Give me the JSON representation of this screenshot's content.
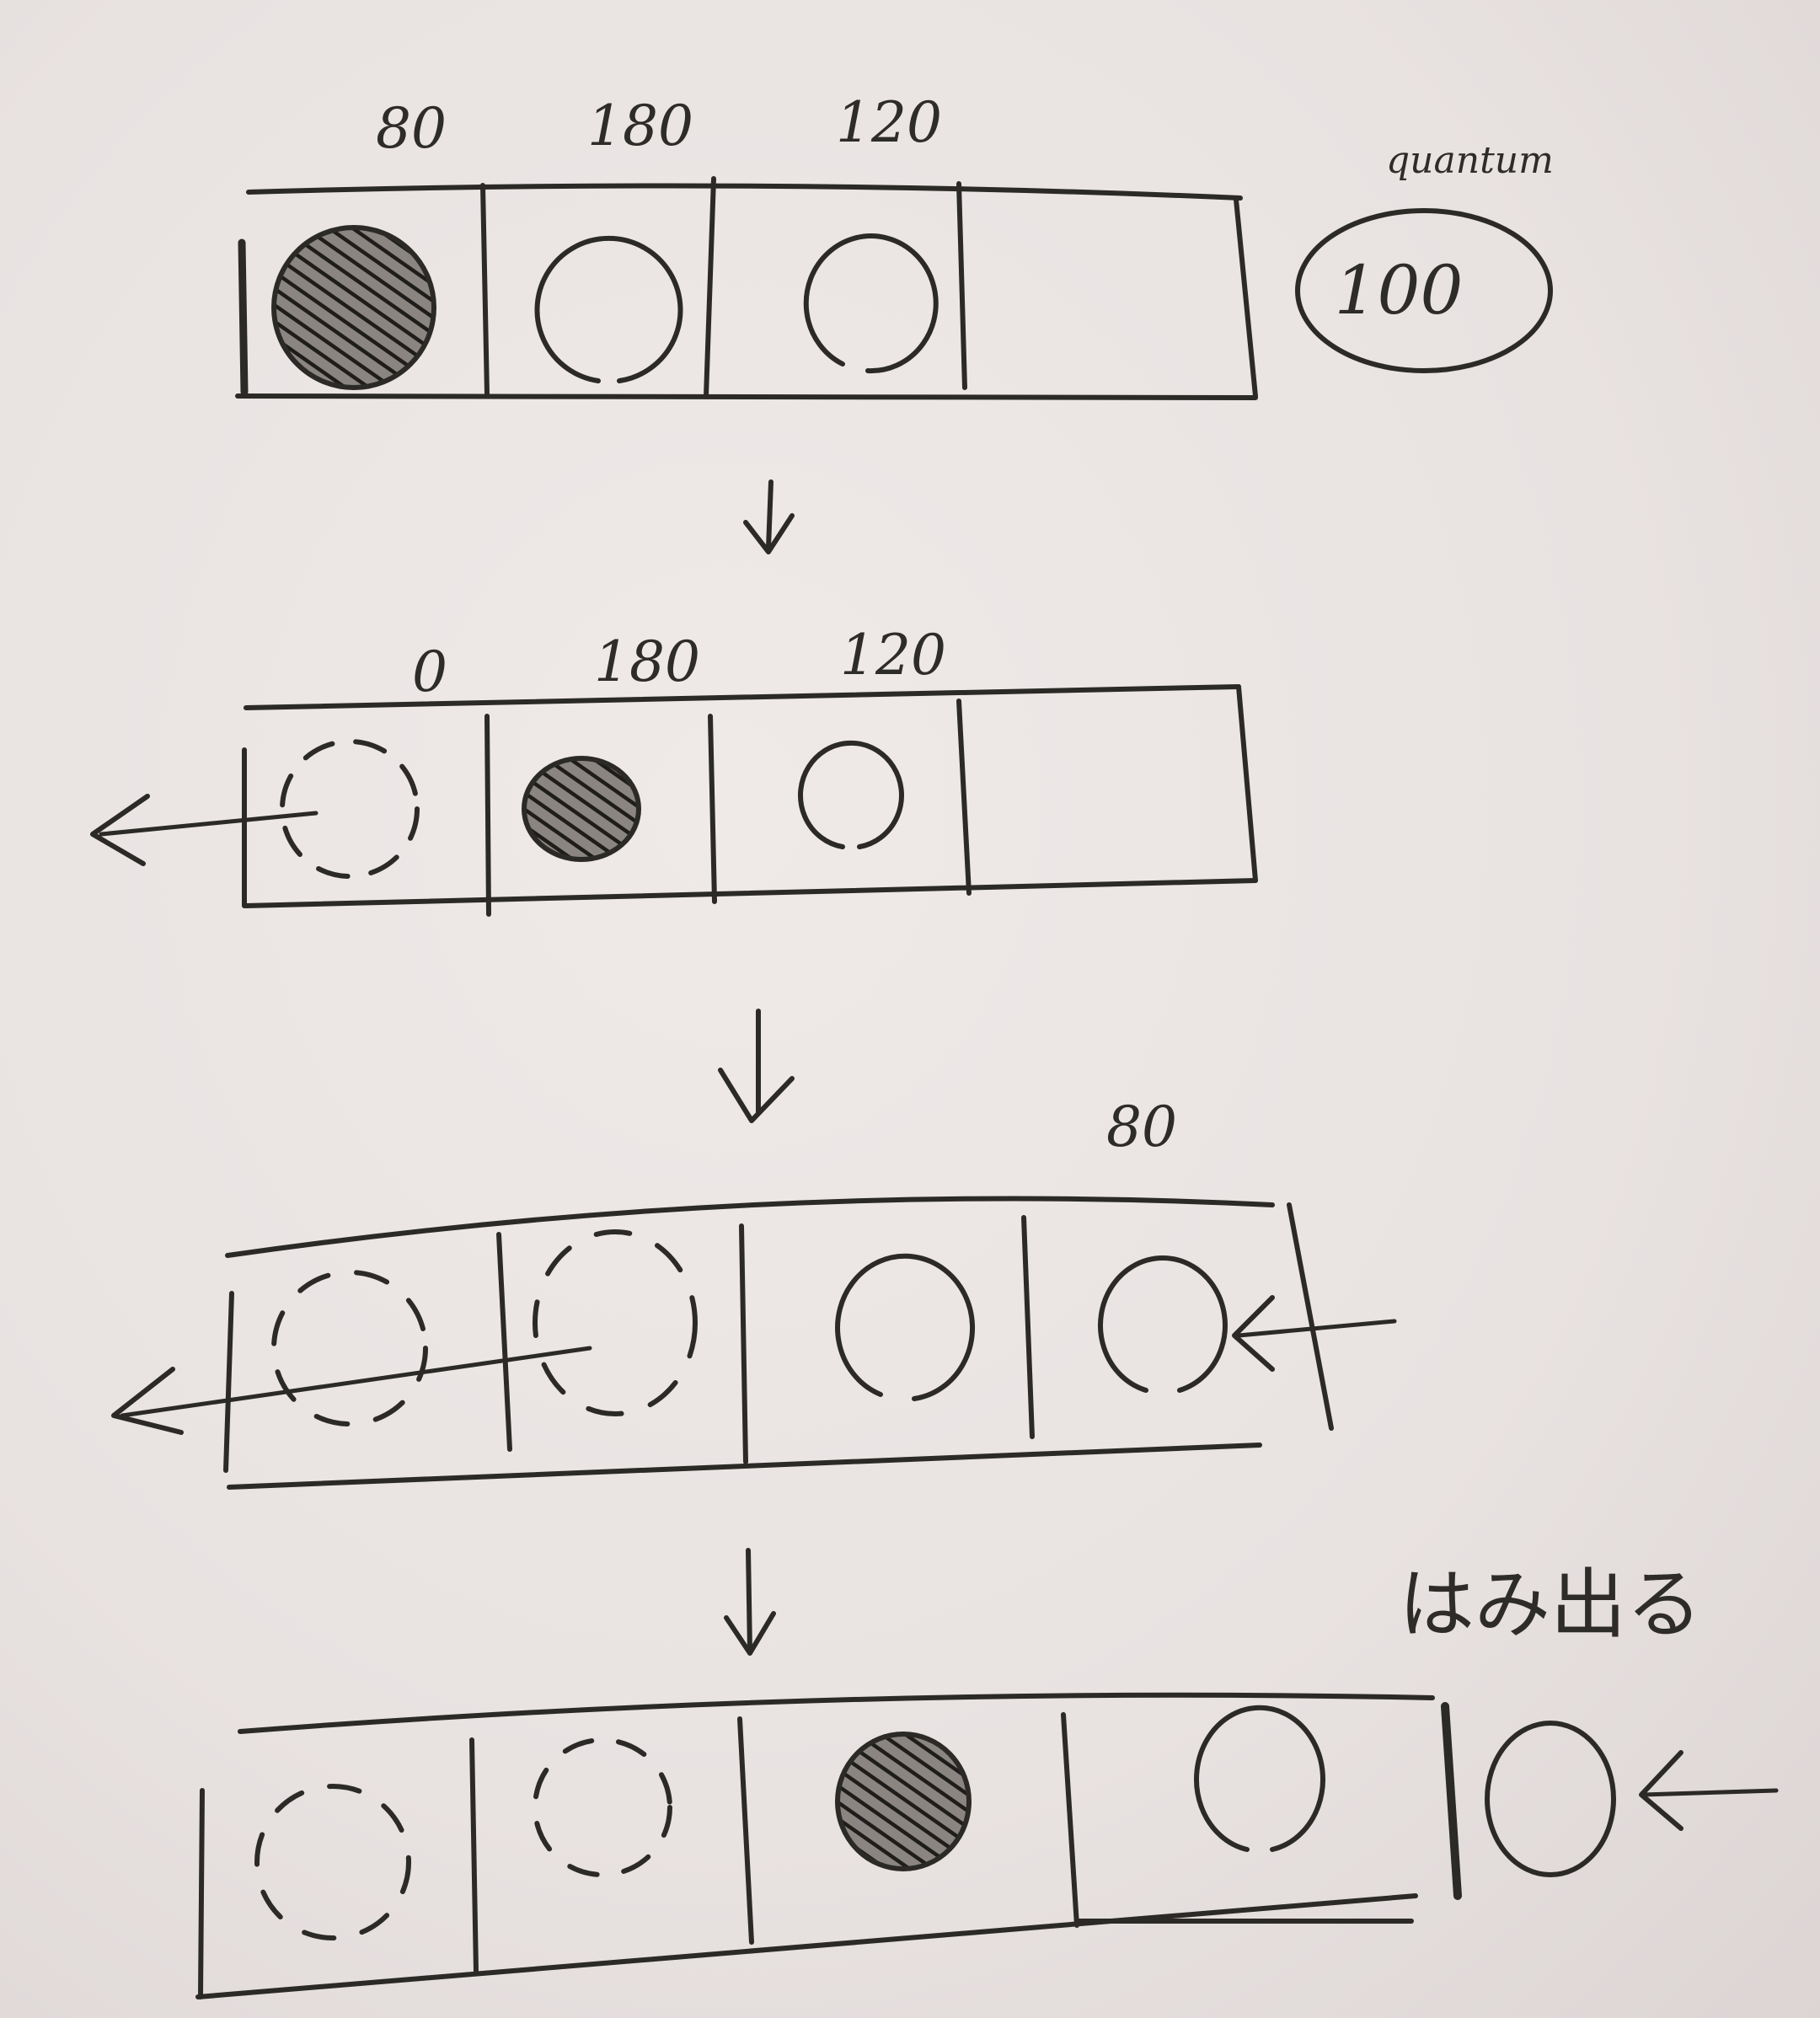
{
  "quantum": {
    "label": "quantum",
    "value": "100"
  },
  "stages": [
    {
      "labels": [
        "80",
        "180",
        "120"
      ],
      "slots": [
        "filled",
        "empty",
        "empty",
        "none"
      ]
    },
    {
      "labels": [
        "0",
        "180",
        "120"
      ],
      "slots": [
        "dashed",
        "filled",
        "empty",
        "none"
      ]
    },
    {
      "labels": [
        "80"
      ],
      "slots": [
        "dashed",
        "dashed",
        "empty",
        "empty"
      ]
    },
    {
      "labels": [],
      "slots": [
        "dashed",
        "dashed",
        "filled",
        "empty"
      ],
      "overflow": "empty"
    }
  ],
  "annotation": "はみ出る",
  "colors": {
    "ink": "#2c2a27",
    "paper": "#eae4e3"
  }
}
